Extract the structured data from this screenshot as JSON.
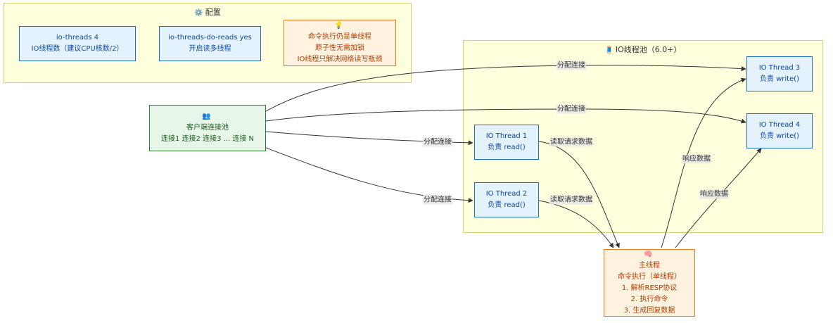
{
  "clusters": {
    "config": {
      "icon": "⚙️",
      "title": "配置"
    },
    "pool": {
      "icon": "🧵",
      "title": "IO线程池（6.0+）"
    }
  },
  "nodes": {
    "threads": {
      "line1": "io-threads 4",
      "line2": "IO线程数（建议CPU核数/2）"
    },
    "do_reads": {
      "line1": "io-threads-do-reads yes",
      "line2": "开启读多线程"
    },
    "note": {
      "icon": "💡",
      "line1": "命令执行仍是单线程",
      "line2": "原子性无需加锁",
      "line3": "IO线程只解决网络读写瓶颈"
    },
    "clients": {
      "icon": "👥",
      "line1": "客户端连接池",
      "line2": "连接1 连接2 连接3 ... 连接 N"
    },
    "io1": {
      "line1": "IO Thread 1",
      "line2": "负责 read()"
    },
    "io2": {
      "line1": "IO Thread 2",
      "line2": "负责 read()"
    },
    "io3": {
      "line1": "IO Thread 3",
      "line2": "负责 write()"
    },
    "io4": {
      "line1": "IO Thread 4",
      "line2": "负责 write()"
    },
    "main": {
      "icon": "🧠",
      "line1": "主线程",
      "line2": "命令执行（单线程）",
      "line3": "1. 解析RESP协议",
      "line4": "2. 执行命令",
      "line5": "3. 生成回复数据"
    }
  },
  "edge_labels": {
    "assign": "分配连接",
    "read": "读取请求数据",
    "respond": "响应数据"
  },
  "colors": {
    "cluster_fill": "#ffffde",
    "blue_fill": "#e3f2fd",
    "orange_fill": "#fff3e0",
    "green_fill": "#e8f5e9",
    "edge": "#333333"
  }
}
